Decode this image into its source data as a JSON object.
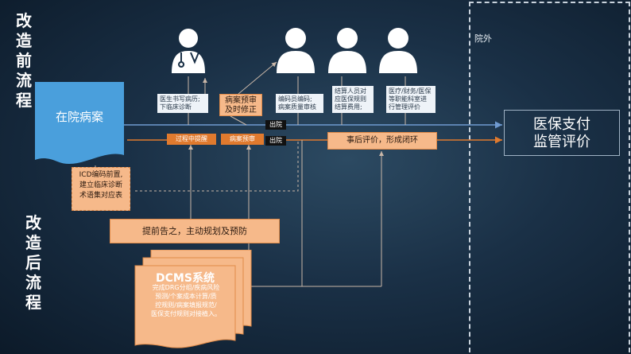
{
  "left_labels": {
    "before": [
      "改",
      "造",
      "前",
      "流",
      "程"
    ],
    "after": [
      "改",
      "造",
      "后",
      "流",
      "程"
    ]
  },
  "outside_label": "院外",
  "actors": [
    {
      "icon": "doctor-icon"
    },
    {
      "icon": "coder-icon"
    },
    {
      "icon": "settlement-staff-icon"
    },
    {
      "icon": "management-staff-icon"
    }
  ],
  "notes": {
    "doctor": "医生书写病历;\n下临床诊断",
    "coder": "编码员编码;\n病案质量审核",
    "settlement": "结算人员对\n应医保规则\n结算费用;",
    "management": "医疗/财务/医保\n等职能科室进\n行管理评价"
  },
  "inpatient_record": "在院病案",
  "pre_review": "病案预审\n及时修正",
  "process_reminder": "过程中提醒",
  "record_pre_review": "病案预审",
  "discharge_labels": [
    "出院",
    "出院"
  ],
  "post_eval": "事后评价，形成闭环",
  "icd_box": "ICD编码前置,\n建立临床诊断\n术语集对应表",
  "advance_notice": "提前告之，主动规划及预防",
  "dcms_title": "DCMS系统",
  "dcms_desc": "完成DRG分组/疾病风险\n预测/个案成本计算/质\n控规则/病案填报规范/\n医保支付规则对接植入。",
  "result": [
    "医保支付",
    "监管评价"
  ],
  "colors": {
    "flow_blue": "#6f9ad0",
    "orange": "#e07a2e",
    "light_orange": "#f6b98a",
    "doc_blue": "#4a9fdc"
  }
}
